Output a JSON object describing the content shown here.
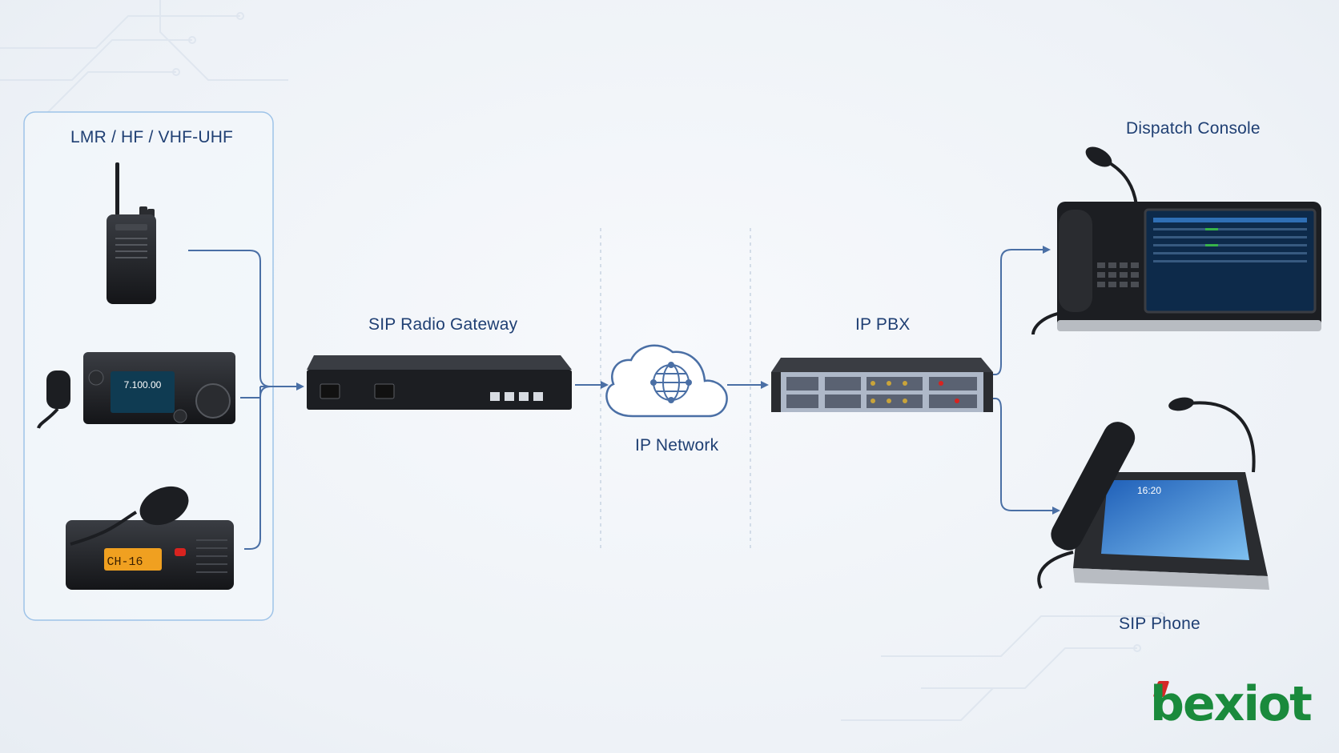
{
  "labels": {
    "radio_group": "LMR / HF / VHF-UHF",
    "gateway": "SIP Radio Gateway",
    "network": "IP Network",
    "pbx": "IP PBX",
    "console": "Dispatch Console",
    "phone": "SIP Phone"
  },
  "devices": {
    "radio1_display": "7.100.00",
    "radio2_display": "CH-16",
    "phone_time": "16:20"
  },
  "brand": {
    "name": "bexiot"
  },
  "colors": {
    "label": "#1f3f73",
    "connector": "#4a6fa5",
    "group_border": "#9ec3e8",
    "brand_green": "#1a8a3c",
    "brand_red": "#d62828",
    "device_body": "#1c1e22",
    "radio2_display_bg": "#f0a020",
    "console_screen": "#0d2a4a",
    "phone_screen": "#2f7fd8"
  },
  "icons": [
    "globe-icon",
    "cloud-icon"
  ]
}
